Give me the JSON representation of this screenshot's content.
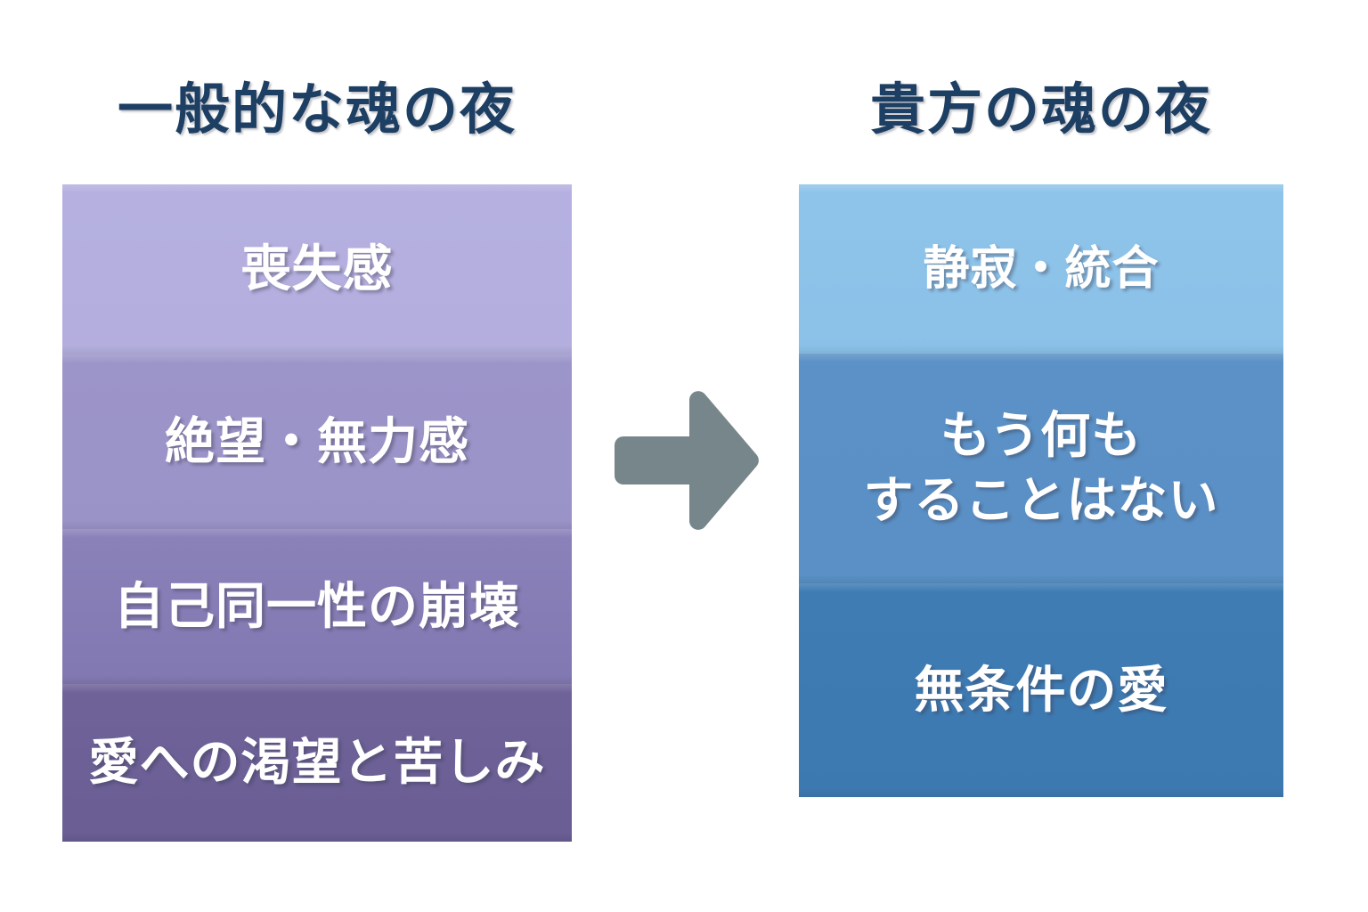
{
  "diagram": {
    "type": "two-column-comparison",
    "background_color": "#ffffff",
    "title_color": "#1d3f63",
    "arrow": {
      "icon": "right-arrow-icon",
      "direction": "right",
      "color": "#77868a"
    },
    "columns": [
      {
        "id": "common-dark-night",
        "title": "一般的な魂の夜",
        "palette": [
          "#b4afde",
          "#9b94c9",
          "#8880b6",
          "#6c6096"
        ],
        "bands": [
          {
            "label": "喪失感",
            "color": "#b4afde"
          },
          {
            "label": "絶望・無力感",
            "color": "#9b94c9"
          },
          {
            "label": "自己同一性の崩壊",
            "color": "#8880b6"
          },
          {
            "label": "愛への渇望と苦しみ",
            "color": "#6c6096"
          }
        ]
      },
      {
        "id": "your-dark-night",
        "title": "貴方の魂の夜",
        "palette": [
          "#8dc2e9",
          "#5a90c5",
          "#3e7ab2"
        ],
        "bands": [
          {
            "label": "静寂・統合",
            "color": "#8dc2e9"
          },
          {
            "label": "もう何も\nすることはない",
            "color": "#5a90c5"
          },
          {
            "label": "無条件の愛",
            "color": "#3e7ab2"
          }
        ]
      }
    ]
  }
}
